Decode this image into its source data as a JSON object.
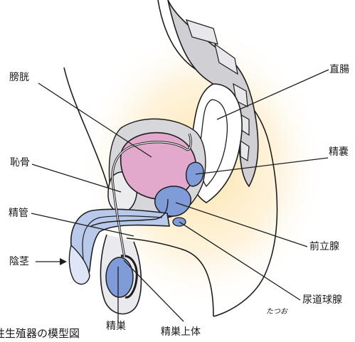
{
  "labels": {
    "bladder": "膀胱",
    "pubic_bone": "恥骨",
    "vas_deferens": "精管",
    "penis": "陰茎",
    "testis": "精巣",
    "epididymis": "精巣上体",
    "rectum": "直腸",
    "seminal_vesicle": "精嚢",
    "prostate": "前立腺",
    "bulbourethral_gland": "尿道球腺"
  },
  "caption": "性生殖器の模型図",
  "signature": "たつお",
  "colors": {
    "outline": "#1e1e1e",
    "bone_fill": "#cfcfd4",
    "bladder_fill": "#e2a9cc",
    "organ_blue": "#7f9cd8",
    "organ_blue_light": "#b8c9ec",
    "glow": "#fde9b8"
  }
}
